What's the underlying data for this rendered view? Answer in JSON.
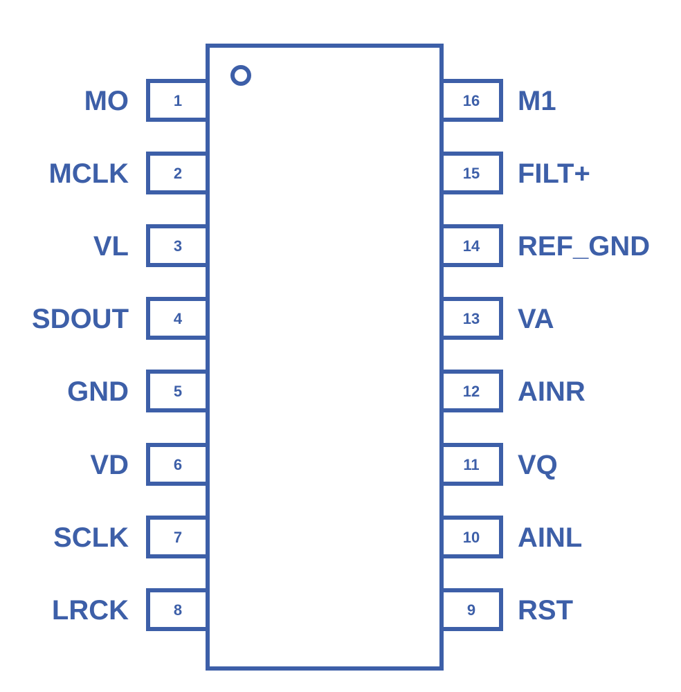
{
  "colors": {
    "line": "#3d5fa8",
    "background": "#ffffff"
  },
  "pins": {
    "left": [
      {
        "number": "1",
        "name": "MO"
      },
      {
        "number": "2",
        "name": "MCLK"
      },
      {
        "number": "3",
        "name": "VL"
      },
      {
        "number": "4",
        "name": "SDOUT"
      },
      {
        "number": "5",
        "name": "GND"
      },
      {
        "number": "6",
        "name": "VD"
      },
      {
        "number": "7",
        "name": "SCLK"
      },
      {
        "number": "8",
        "name": "LRCK"
      }
    ],
    "right": [
      {
        "number": "16",
        "name": "M1"
      },
      {
        "number": "15",
        "name": "FILT+"
      },
      {
        "number": "14",
        "name": "REF_GND"
      },
      {
        "number": "13",
        "name": "VA"
      },
      {
        "number": "12",
        "name": "AINR"
      },
      {
        "number": "11",
        "name": "VQ"
      },
      {
        "number": "10",
        "name": "AINL"
      },
      {
        "number": "9",
        "name": "RST"
      }
    ]
  }
}
